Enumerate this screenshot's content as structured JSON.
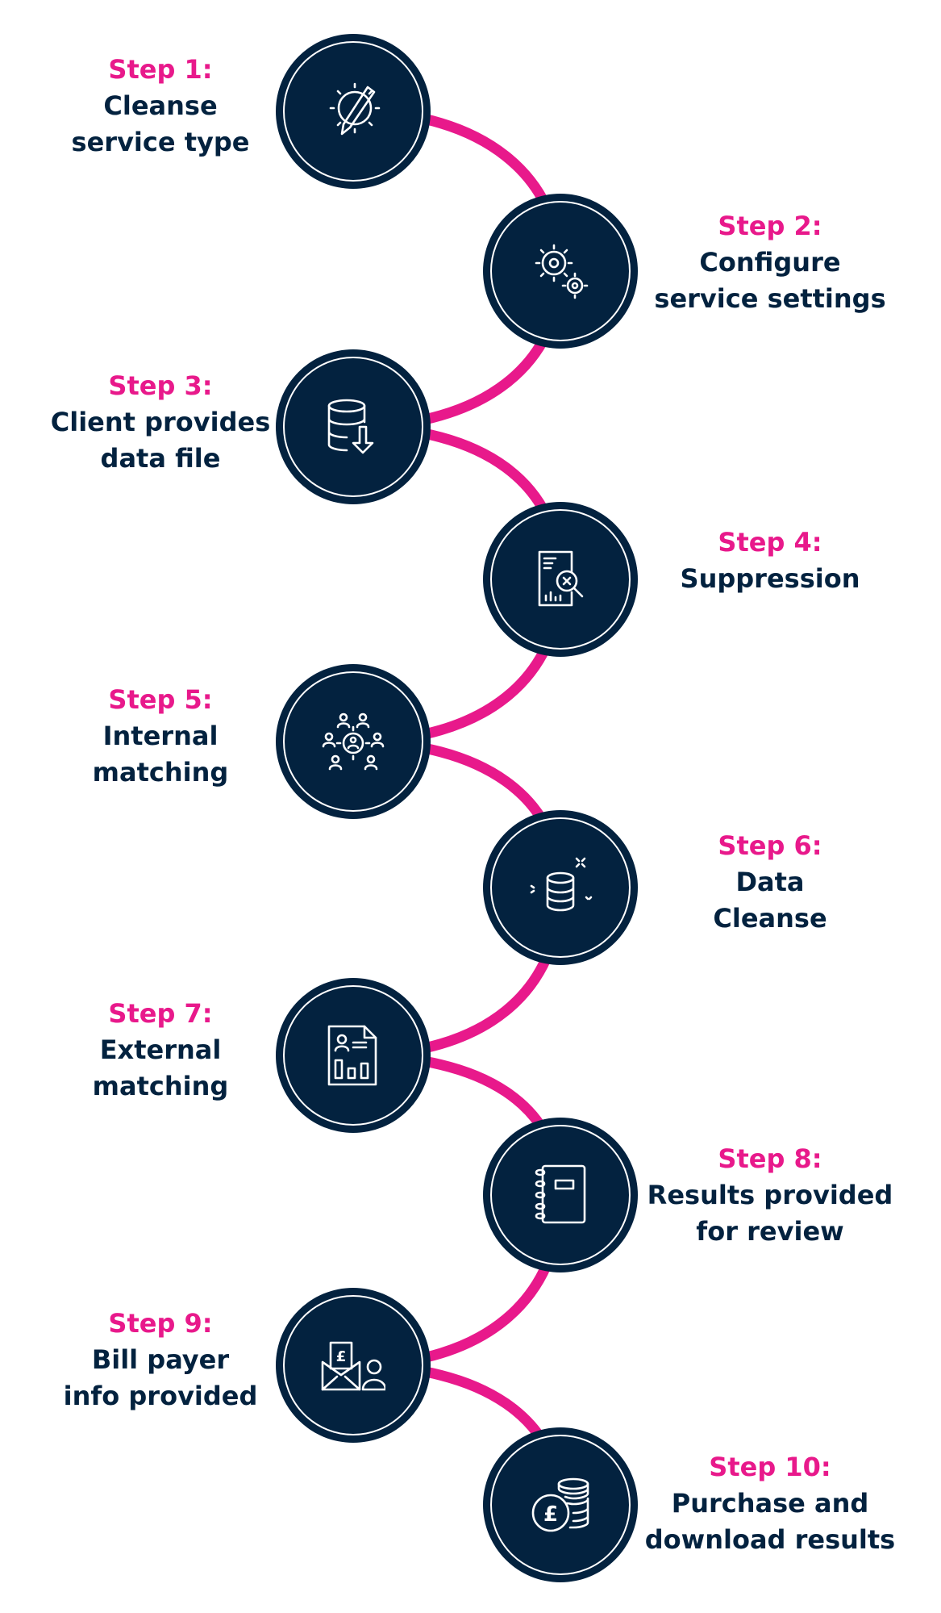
{
  "colors": {
    "accent": "#e8198b",
    "navy": "#03223f"
  },
  "steps": [
    {
      "label": "Step 1:",
      "title": "Cleanse\nservice type",
      "icon": "gear-pencil-icon"
    },
    {
      "label": "Step 2:",
      "title": "Configure\nservice settings",
      "icon": "gears-icon"
    },
    {
      "label": "Step 3:",
      "title": "Client provides\ndata file",
      "icon": "database-download-icon"
    },
    {
      "label": "Step 4:",
      "title": "Suppression",
      "icon": "document-search-x-icon"
    },
    {
      "label": "Step 5:",
      "title": "Internal\nmatching",
      "icon": "people-target-icon"
    },
    {
      "label": "Step 6:",
      "title": "Data\nCleanse",
      "icon": "database-sparkle-icon"
    },
    {
      "label": "Step 7:",
      "title": "External\nmatching",
      "icon": "report-document-icon"
    },
    {
      "label": "Step 8:",
      "title": "Results provided\nfor review",
      "icon": "notebook-icon"
    },
    {
      "label": "Step 9:",
      "title": "Bill payer\ninfo provided",
      "icon": "envelope-pound-person-icon"
    },
    {
      "label": "Step 10:",
      "title": "Purchase and\ndownload results",
      "icon": "pound-coins-icon"
    }
  ]
}
